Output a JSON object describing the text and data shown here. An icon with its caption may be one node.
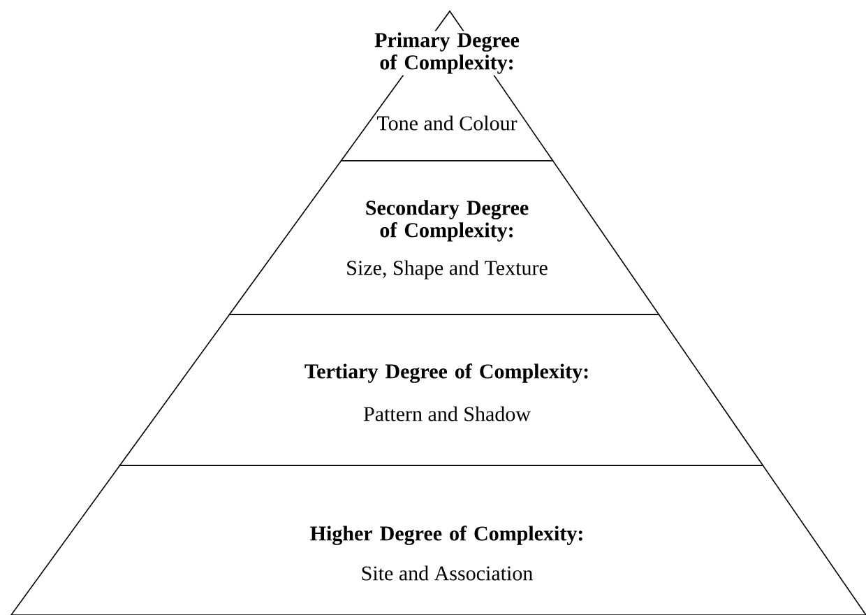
{
  "diagram": {
    "nodes": [
      {
        "text": [
          "Primary Degree of Complexity:",
          "Tone and Colour"
        ]
      },
      {
        "text": [
          "Secondary Degree of Complexity:",
          "Size, Shape and Texture"
        ]
      },
      {
        "text": [
          "Tertiary Degree of Complexity:",
          "Pattern and Shadow"
        ]
      },
      {
        "text": [
          "Higher Degree of Complexity:",
          "Site and Association"
        ]
      }
    ]
  }
}
